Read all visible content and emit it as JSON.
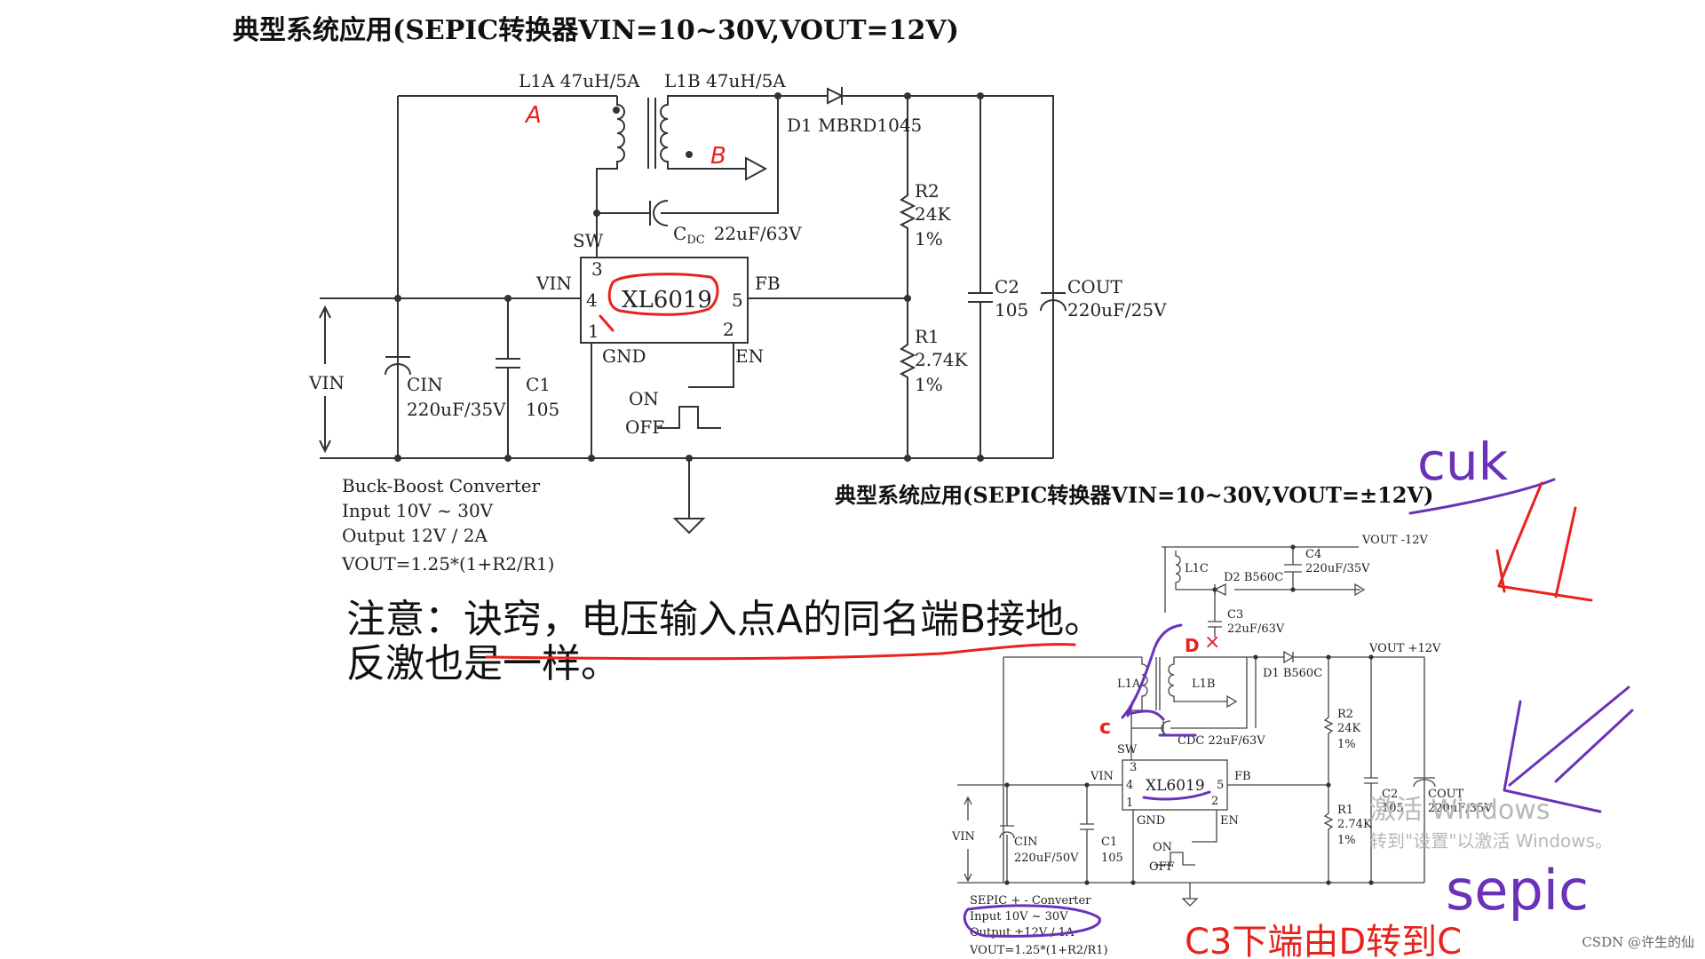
{
  "top": {
    "title": "典型系统应用(SEPIC转换器VIN=10~30V,VOUT=12V)",
    "l1a": "L1A 47uH/5A",
    "l1b": "L1B 47uH/5A",
    "d1": "D1 MBRD1045",
    "cdc": "C",
    "cdc_sub": "DC",
    "cdc_val": "22uF/63V",
    "sw": "SW",
    "vin_pin": "VIN",
    "fb": "FB",
    "gnd": "GND",
    "en": "EN",
    "chip": "XL6019",
    "pin3": "3",
    "pin4": "4",
    "pin5": "5",
    "pin1": "1",
    "pin2": "2",
    "r2": "R2",
    "r2_val": "24K",
    "r2_tol": "1%",
    "r1": "R1",
    "r1_val": "2.74K",
    "r1_tol": "1%",
    "c2": "C2",
    "c2_val": "105",
    "cout": "COUT",
    "cout_val": "220uF/25V",
    "vin": "VIN",
    "cin": "CIN",
    "cin_val": "220uF/35V",
    "c1": "C1",
    "c1_val": "105",
    "on": "ON",
    "off": "OFF",
    "desc1": "Buck-Boost Converter",
    "desc2": "Input 10V ~ 30V",
    "desc3": "Output 12V / 2A",
    "desc4": "VOUT=1.25*(1+R2/R1)"
  },
  "annotations": {
    "a": "A",
    "b": "B",
    "note1": "注意：诀窍，电压输入点A的同名端B接地。",
    "note2": "反激也是一样。",
    "cuk": "cuk",
    "sepic": "sepic",
    "c_mark": "c",
    "d_mark": "D",
    "x_mark": "×",
    "bottom_note": "C3下端由D转到C"
  },
  "bottom": {
    "title": "典型系统应用(SEPIC转换器VIN=10~30V,VOUT=±12V)",
    "vout_neg": "VOUT -12V",
    "l1c": "L1C",
    "d2": "D2 B560C",
    "c4": "C4",
    "c4_val": "220uF/35V",
    "c3": "C3",
    "c3_val": "22uF/63V",
    "vout_pos": "VOUT +12V",
    "d1": "D1 B560C",
    "l1a": "L1A",
    "l1b": "L1B",
    "cdc": "CDC 22uF/63V",
    "sw": "SW",
    "vin_pin": "VIN",
    "fb": "FB",
    "gnd": "GND",
    "en": "EN",
    "chip": "XL6019",
    "pin3": "3",
    "pin4": "4",
    "pin5": "5",
    "pin1": "1",
    "pin2": "2",
    "r2": "R2",
    "r2_val": "24K",
    "r2_tol": "1%",
    "r1": "R1",
    "r1_val": "2.74K",
    "r1_tol": "1%",
    "c2": "C2",
    "c2_val": "105",
    "cout": "COUT",
    "cout_val": "220uF/35V",
    "vin": "VIN",
    "cin": "CIN",
    "cin_val": "220uF/50V",
    "c1": "C1",
    "c1_val": "105",
    "on": "ON",
    "off": "OFF",
    "desc1": "SEPIC + - Converter",
    "desc2": "Input 10V ~ 30V",
    "desc3": "Output ±12V / 1A",
    "desc4": "VOUT=1.25*(1+R2/R1)"
  },
  "watermark": {
    "line1": "激活 Windows",
    "line2": "转到\"设置\"以激活 Windows。"
  },
  "credit": "CSDN @许生的仙"
}
